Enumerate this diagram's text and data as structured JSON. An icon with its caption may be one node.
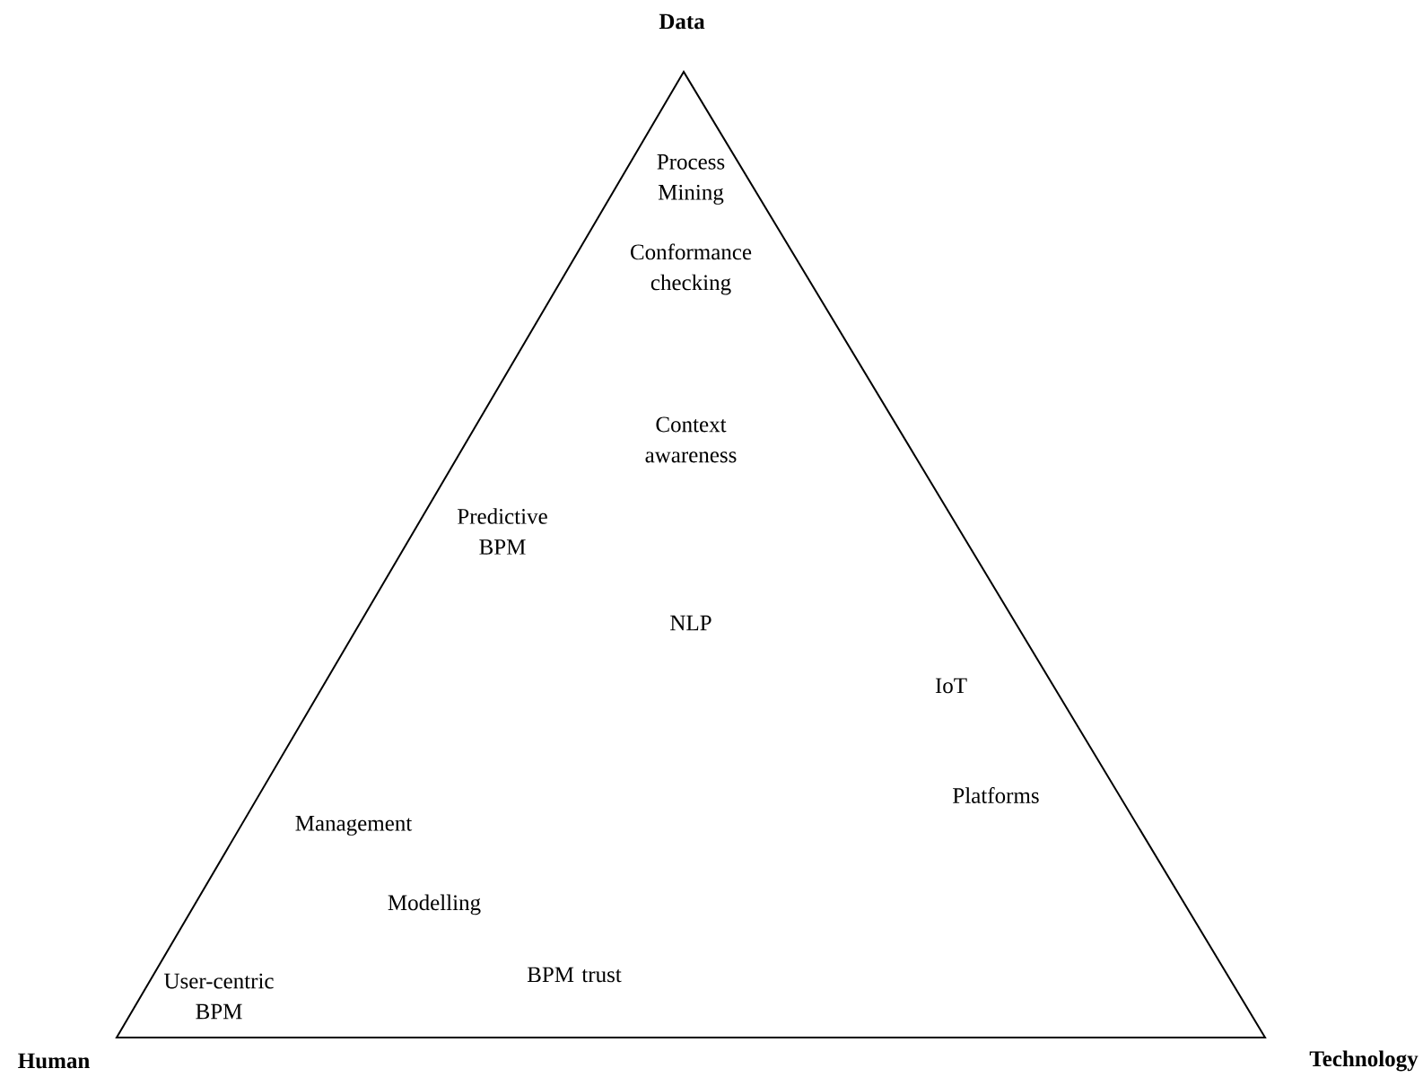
{
  "diagram": {
    "nodes": [
      {
        "text": [
          "Process Mining",
          "Conformance checking",
          "Context awareness",
          "Predictive BPM",
          "NLP",
          "IoT",
          "Platforms",
          "Management",
          "Modelling",
          "BPM trust",
          "User-centric BPM"
        ]
      }
    ],
    "labels": [
      "Data",
      "Human",
      "Technology"
    ]
  }
}
